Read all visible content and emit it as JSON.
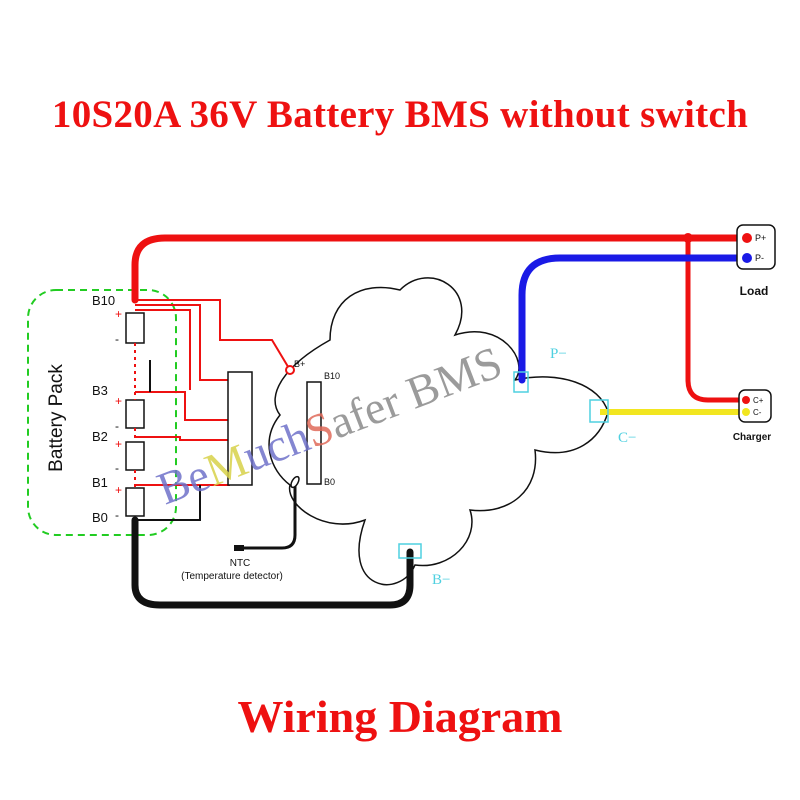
{
  "title": "10S20A 36V Battery BMS without switch",
  "subtitle": "Wiring Diagram",
  "battery_pack": {
    "label": "Battery Pack",
    "nodes": [
      "B10",
      "B3",
      "B2",
      "B1",
      "B0"
    ],
    "plus": "+",
    "minus": "-"
  },
  "bms": {
    "b_plus": "B+",
    "b10": "B10",
    "b0": "B0",
    "p_minus": "P−",
    "c_minus": "C−",
    "b_minus": "B−"
  },
  "ntc": {
    "label": "NTC",
    "sublabel": "(Temperature detector)"
  },
  "load": {
    "label": "Load",
    "p_plus": "P+",
    "p_minus": "P-"
  },
  "charger": {
    "label": "Charger",
    "c_plus": "C+",
    "c_minus": "C-"
  },
  "watermark": {
    "letters": [
      "B",
      "e",
      "M",
      "u",
      "c",
      "h",
      "S",
      "a",
      "f",
      "e",
      "r",
      " ",
      "B",
      "M",
      "S"
    ],
    "colors": [
      "#6f72c9",
      "#6f72c9",
      "#d8d24a",
      "#6f72c9",
      "#6f72c9",
      "#6f72c9",
      "#e06a5a",
      "#8a8a8a",
      "#8a8a8a",
      "#8a8a8a",
      "#8a8a8a",
      "#8a8a8a",
      "#8a8a8a",
      "#8a8a8a",
      "#8a8a8a"
    ]
  },
  "colors": {
    "title": "#ee1111",
    "positive_wire": "#ee1111",
    "load_negative_wire": "#1a1ae6",
    "charger_negative_wire": "#f2e620",
    "battery_negative_wire": "#111111",
    "pack_outline": "#22cc22",
    "bms_pad": "#4fd0e0"
  }
}
